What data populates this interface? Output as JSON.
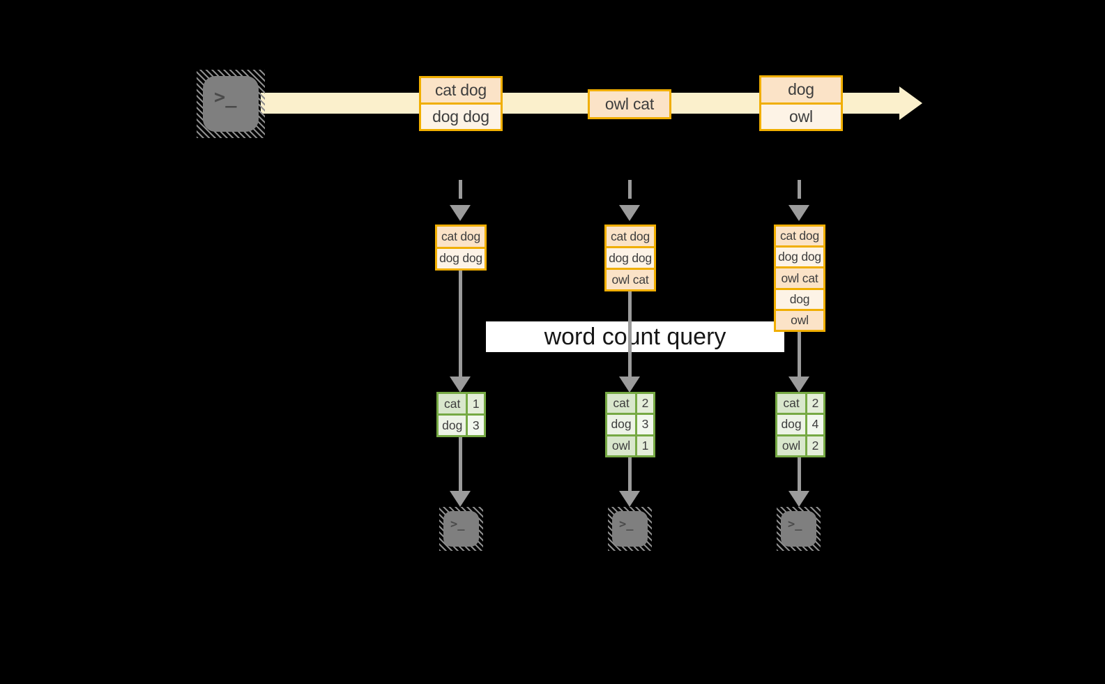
{
  "title": {
    "label": "word count query"
  },
  "terminal_glyph": ">_",
  "colors": {
    "background": "#000000",
    "stream_band": "#fbf0cc",
    "batch_fill_dark": "#fbe3c7",
    "batch_fill_light": "#fdf3e6",
    "batch_border": "#f0ae00",
    "table_border": "#76a944",
    "table_fill_dark": "#d9e7cc",
    "table_fill_light": "#edf3e6",
    "terminal_gray": "#7f7f7f",
    "arrow_gray": "#9b9b9b",
    "query_band": "#ffffff"
  },
  "stream": {
    "batches": [
      {
        "lines": [
          "cat dog",
          "dog dog"
        ]
      },
      {
        "lines": [
          "owl cat"
        ]
      },
      {
        "lines": [
          "dog",
          "owl"
        ]
      }
    ]
  },
  "micro_batches": [
    {
      "lines": [
        "cat dog",
        "dog dog"
      ]
    },
    {
      "lines": [
        "cat dog",
        "dog dog",
        "owl cat"
      ]
    },
    {
      "lines": [
        "cat dog",
        "dog dog",
        "owl cat",
        "dog",
        "owl"
      ]
    }
  ],
  "word_counts": [
    {
      "rows": [
        {
          "word": "cat",
          "count": "1"
        },
        {
          "word": "dog",
          "count": "3"
        }
      ]
    },
    {
      "rows": [
        {
          "word": "cat",
          "count": "2"
        },
        {
          "word": "dog",
          "count": "3"
        },
        {
          "word": "owl",
          "count": "1"
        }
      ]
    },
    {
      "rows": [
        {
          "word": "cat",
          "count": "2"
        },
        {
          "word": "dog",
          "count": "4"
        },
        {
          "word": "owl",
          "count": "2"
        }
      ]
    }
  ]
}
